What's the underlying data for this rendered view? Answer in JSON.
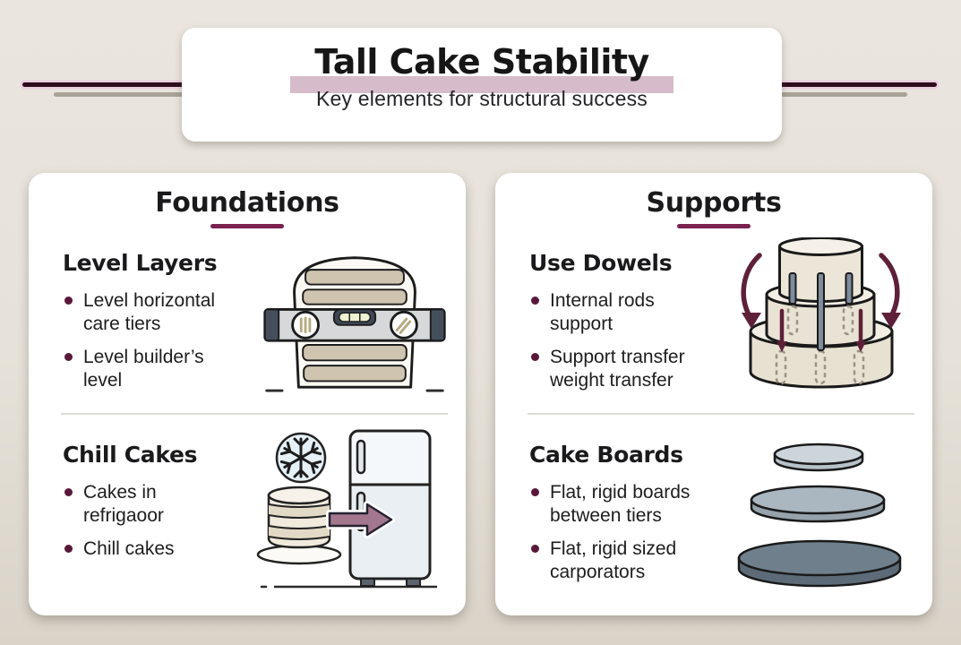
{
  "header": {
    "title": "Tall Cake Stability",
    "subtitle": "Key elements for structural success"
  },
  "panels": [
    {
      "title": "Foundations",
      "sections": [
        {
          "heading": "Level Layers",
          "bullets": [
            "Level horizontal\ncare tiers",
            "Level builder’s\nlevel"
          ],
          "illustration": "layer-cake-with-spirit-level"
        },
        {
          "heading": "Chill Cakes",
          "bullets": [
            "Cakes in\nrefrigaoor",
            "Chill cakes"
          ],
          "illustration": "cake-moving-into-refrigerator"
        }
      ]
    },
    {
      "title": "Supports",
      "sections": [
        {
          "heading": "Use Dowels",
          "bullets": [
            "Internal rods\nsupport",
            "Support transfer\nweight transfer"
          ],
          "illustration": "tiered-cake-with-dowels"
        },
        {
          "heading": "Cake Boards",
          "bullets": [
            "Flat, rigid boards\nbetween tiers",
            "Flat, rigid sized\ncarporators"
          ],
          "illustration": "stacked-cake-boards"
        }
      ]
    }
  ],
  "colors": {
    "accent_underline": "#7a2150",
    "title_highlight": "#d6bcca",
    "bullet_dot": "#5a1838",
    "arrow_maroon": "#5e2038",
    "background": "#e6e2d9",
    "card": "#ffffff"
  }
}
